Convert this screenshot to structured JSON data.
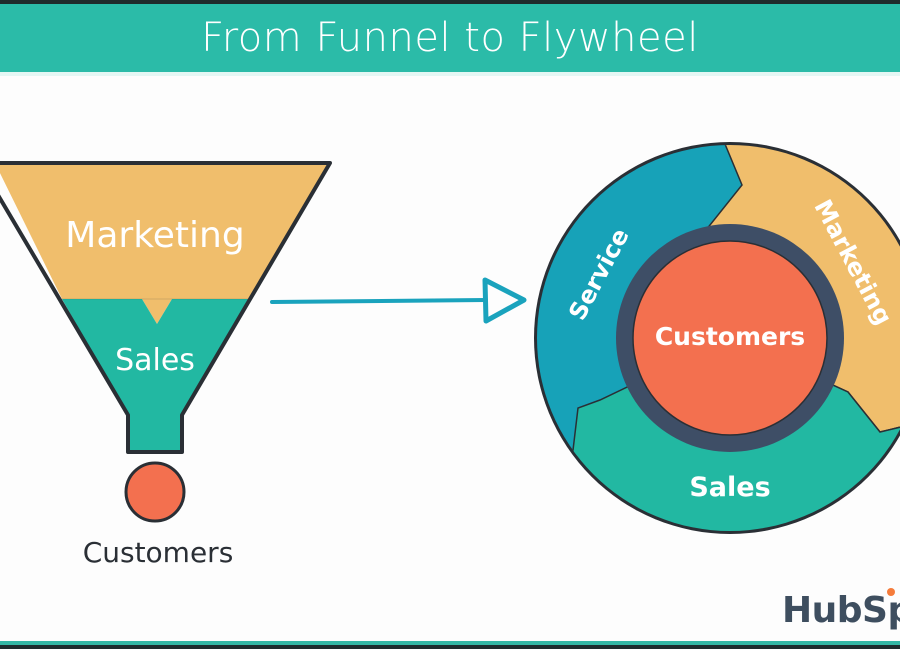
{
  "header": {
    "title": "From Funnel to Flywheel"
  },
  "funnel": {
    "top_label": "Marketing",
    "middle_label": "Sales",
    "output_label": "Customers"
  },
  "arrow": {
    "direction": "right"
  },
  "flywheel": {
    "segments": [
      {
        "label": "Service",
        "color": "#17a2b8"
      },
      {
        "label": "Marketing",
        "color": "#f0be6c"
      },
      {
        "label": "Sales",
        "color": "#22b8a2"
      }
    ],
    "center_label": "Customers"
  },
  "colors": {
    "header_bg": "#2bbba8",
    "marketing": "#f0be6c",
    "sales": "#22b8a2",
    "service": "#17a2b8",
    "customers": "#f3704f",
    "ring": "#3e4e66",
    "outline": "#2a2f35",
    "arrow": "#1aa3bd"
  },
  "logo": {
    "text": "HubSp"
  }
}
